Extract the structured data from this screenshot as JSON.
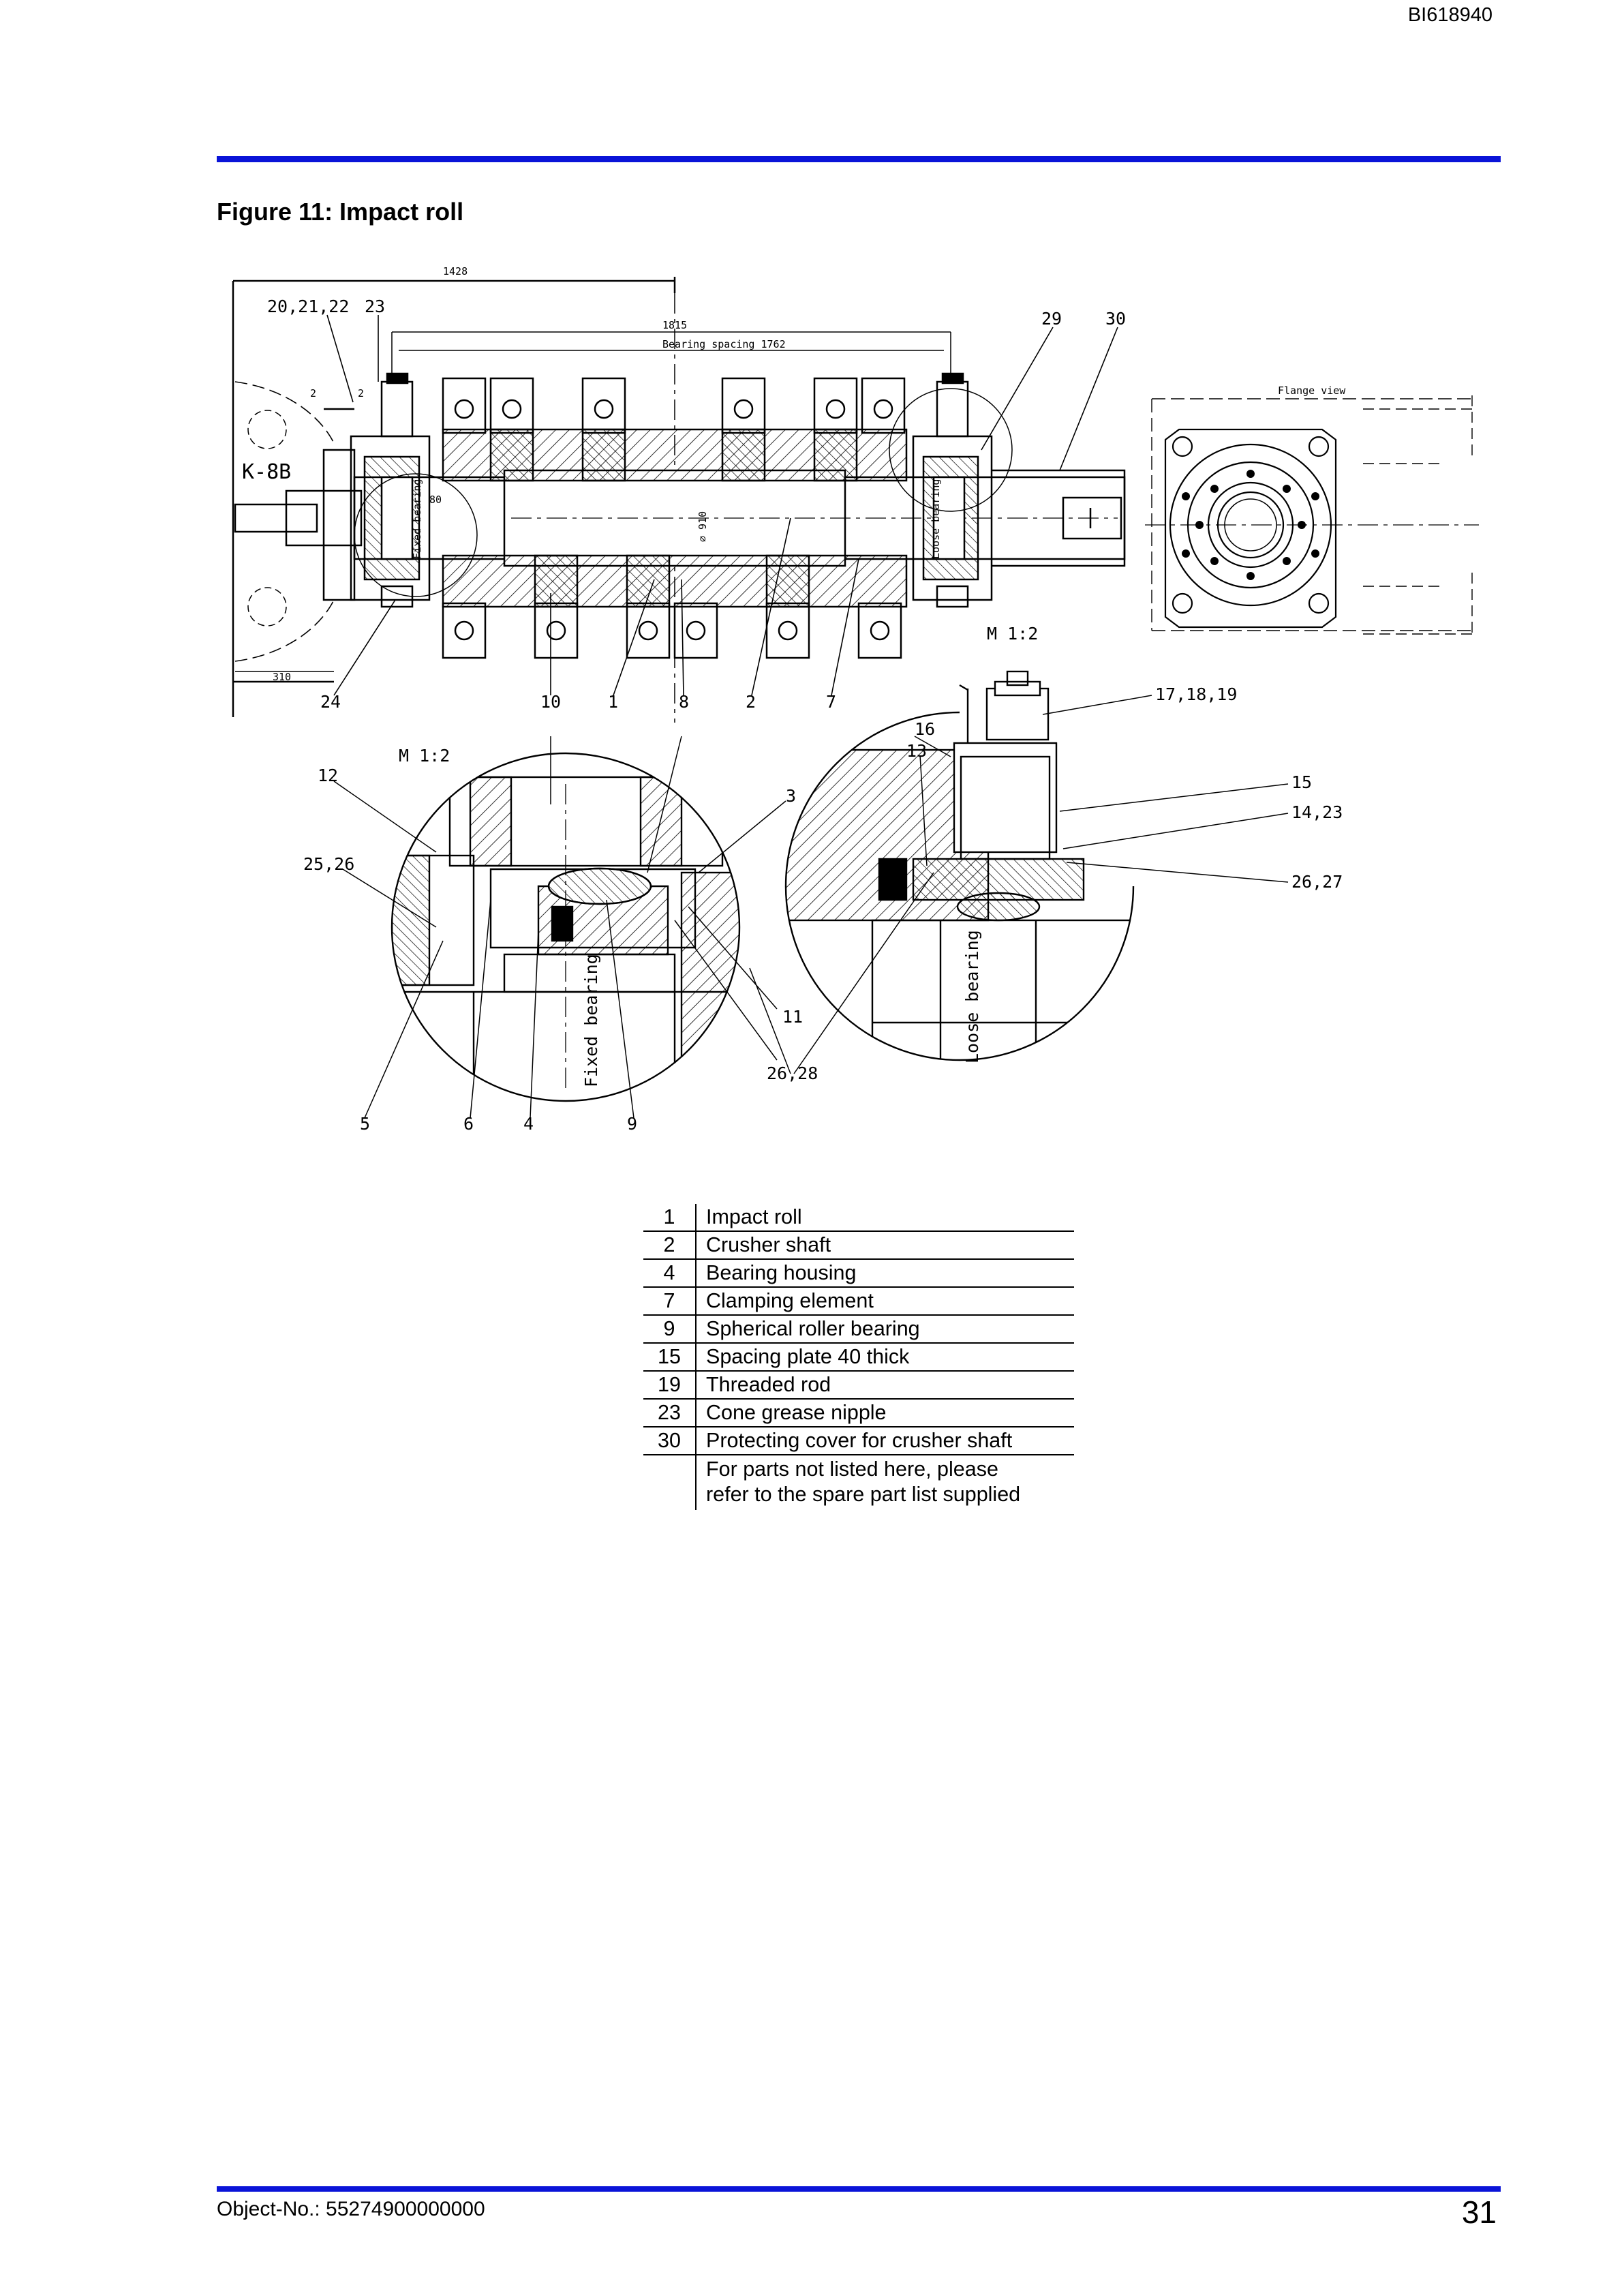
{
  "header": {
    "doc_id": "BI618940"
  },
  "figure": {
    "title": "Figure 11: Impact roll",
    "dim_labels": {
      "d1428": "1428",
      "d1815": "1815",
      "bearing_spacing": "Bearing spacing 1762",
      "d310": "310",
      "dia910": "⌀ 910",
      "d80": "80",
      "d2a": "2",
      "d2b": "2"
    },
    "text_labels": {
      "k8b": "K-8B",
      "scale_main": "M 1:2",
      "scale_left": "M 1:2",
      "flange_view": "Flange view",
      "fixed_bearing": "Fixed bearing",
      "loose_bearing": "Loose bearing",
      "fixed_small": "Fixed bearing",
      "loose_small": "Loose bearing"
    },
    "callouts": {
      "c202122": "20,21,22",
      "c23": "23",
      "c29": "29",
      "c30": "30",
      "c24": "24",
      "c10": "10",
      "c1": "1",
      "c8": "8",
      "c2": "2",
      "c7": "7",
      "c12": "12",
      "c3": "3",
      "c2526": "25,26",
      "c11": "11",
      "c2628": "26,28",
      "c5": "5",
      "c6": "6",
      "c4": "4",
      "c9": "9",
      "c171819": "17,18,19",
      "c16": "16",
      "c13": "13",
      "c15": "15",
      "c1423": "14,23",
      "c2627": "26,27"
    }
  },
  "legend": {
    "rows": [
      {
        "num": "1",
        "text": "Impact roll"
      },
      {
        "num": "2",
        "text": "Crusher shaft"
      },
      {
        "num": "4",
        "text": "Bearing housing"
      },
      {
        "num": "7",
        "text": "Clamping element"
      },
      {
        "num": "9",
        "text": "Spherical roller bearing"
      },
      {
        "num": "15",
        "text": "Spacing plate 40 thick"
      },
      {
        "num": "19",
        "text": "Threaded rod"
      },
      {
        "num": "23",
        "text": "Cone grease nipple"
      },
      {
        "num": "30",
        "text": "Protecting cover for crusher shaft"
      }
    ],
    "note_line1": "For parts not listed here, please",
    "note_line2": "refer to the spare part list supplied"
  },
  "footer": {
    "object_no": "Object-No.: 55274900000000",
    "page": "31"
  }
}
